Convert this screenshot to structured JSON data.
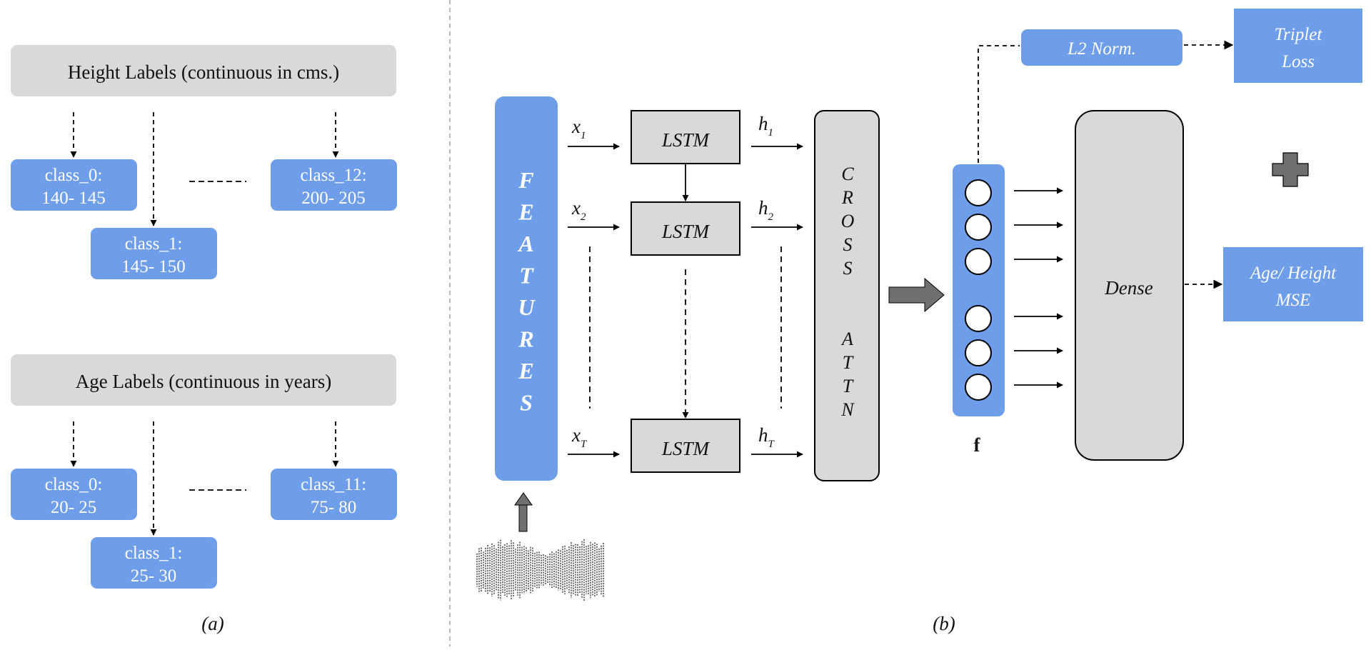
{
  "colors": {
    "blue": "#6e9ee9",
    "gray_box": "#d9d9d9",
    "dark_arrow": "#6f6f6f",
    "line": "#000000",
    "divider": "#a0a0a0"
  },
  "panel_a": {
    "caption": "(a)",
    "height_header": "Height Labels (continuous in cms.)",
    "height_classes": [
      {
        "name": "class_0:",
        "range": "140- 145"
      },
      {
        "name": "class_1:",
        "range": "145- 150"
      },
      {
        "name": "class_12:",
        "range": "200- 205"
      }
    ],
    "age_header": "Age Labels (continuous in years)",
    "age_classes": [
      {
        "name": "class_0:",
        "range": "20- 25"
      },
      {
        "name": "class_1:",
        "range": "25- 30"
      },
      {
        "name": "class_11:",
        "range": "75- 80"
      }
    ]
  },
  "panel_b": {
    "caption": "(b)",
    "features_letters": [
      "F",
      "E",
      "A",
      "T",
      "U",
      "R",
      "E",
      "S"
    ],
    "lstm_label": "LSTM",
    "inputs": [
      {
        "base": "x",
        "sub": "1"
      },
      {
        "base": "x",
        "sub": "2"
      },
      {
        "base": "x",
        "sub": "T"
      }
    ],
    "hidden": [
      {
        "base": "h",
        "sub": "1"
      },
      {
        "base": "h",
        "sub": "2"
      },
      {
        "base": "h",
        "sub": "T"
      }
    ],
    "cross_letters": [
      "C",
      "R",
      "O",
      "S",
      "S"
    ],
    "attn_letters": [
      "A",
      "T",
      "T",
      "N"
    ],
    "embedding_label": "f",
    "dense_label": "Dense",
    "l2_norm_label": "L2 Norm.",
    "triplet_line1": "Triplet",
    "triplet_line2": "Loss",
    "mse_line1": "Age/ Height",
    "mse_line2": "MSE",
    "icons": [
      "waveform-icon",
      "plus-icon",
      "block-arrow-icon"
    ]
  }
}
